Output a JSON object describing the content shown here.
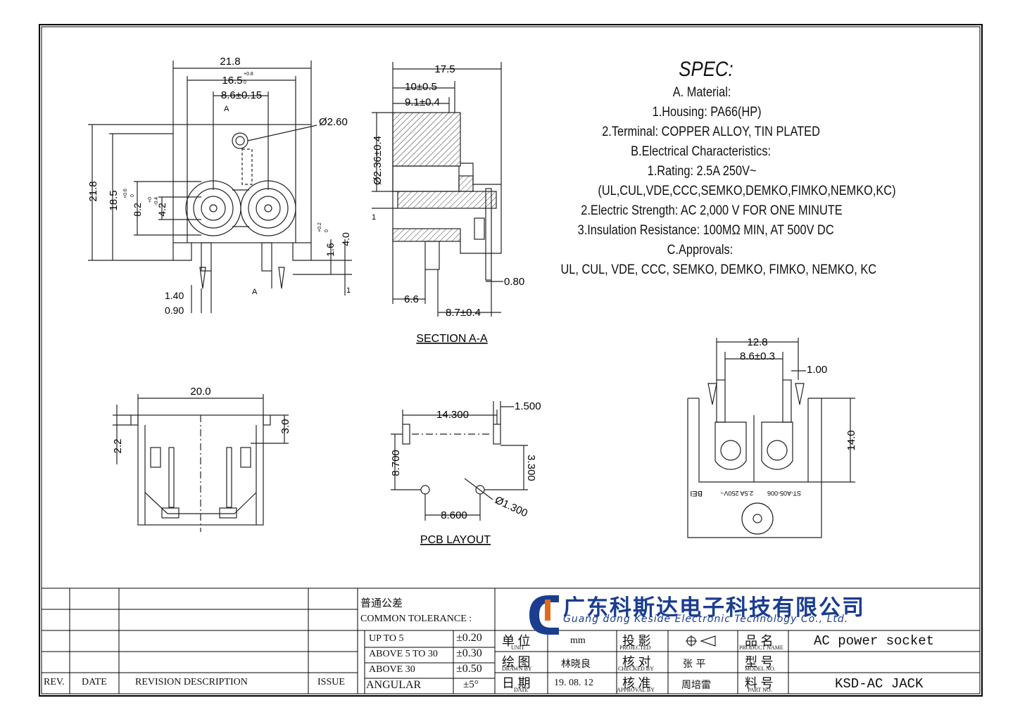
{
  "top_view": {
    "dim_width": "21.8",
    "dim_inner_main": "16.5",
    "dim_inner_sup": "+0.8",
    "dim_inner_sub": "0",
    "dim_pitch": "8.6±0.15",
    "dim_hole": "Ø2.60",
    "dim_height": "21.8",
    "dim_18_5": "18.5",
    "dim_8_2": "8.2",
    "dim_8_2_sup": "+0.6",
    "dim_8_2_sub": "0",
    "dim_4_2": "4.2",
    "dim_4_2_sup": "+0",
    "dim_4_2_sub": "-0.4",
    "dim_1_6": "1.6",
    "dim_1_6_sup": "+0.2",
    "dim_1_6_sub": "0",
    "dim_4_0": "4.0",
    "dim_1_40": "1.40",
    "dim_0_90": "0.90",
    "label_a1": "A",
    "label_a2": "A",
    "label_1": "1"
  },
  "section_view": {
    "dim_17_5": "17.5",
    "dim_10": "10±0.5",
    "dim_9_1": "9.1±0.4",
    "dim_dia": "Ø2.36±0.4",
    "dim_6_6": "6.6",
    "dim_8_7": "8.7±0.4",
    "dim_0_80": "0.80",
    "label_1": "1",
    "caption": "SECTION  A-A"
  },
  "spec": {
    "title": "SPEC:",
    "lines": [
      "A. Material:",
      "1.Housing: PA66(HP)",
      "2.Terminal: COPPER ALLOY, TIN PLATED",
      "B.Electrical Characteristics:",
      "1.Rating:  2.5A 250V~",
      "(UL,CUL,VDE,CCC,SEMKO,DEMKO,FIMKO,NEMKO,KC)",
      "2.Electric Strength: AC 2,000 V FOR ONE MINUTE",
      "3.Insulation Resistance: 100MΩ MIN, AT 500V DC",
      "C.Approvals:",
      "UL, CUL, VDE, CCC, SEMKO, DEMKO, FIMKO, NEMKO, KC"
    ]
  },
  "front_view": {
    "dim_20": "20.0",
    "dim_3": "3.0",
    "dim_2_2": "2.2"
  },
  "pcb_layout": {
    "dim_14_3": "14.300",
    "dim_1_5": "1.500",
    "dim_8_7": "8.700",
    "dim_3_3": "3.300",
    "dim_8_6": "8.600",
    "dim_dia": "Ø1.300",
    "caption": "PCB LAYOUT"
  },
  "back_view": {
    "dim_12_8": "12.8",
    "dim_8_6": "8.6±0.3",
    "dim_1_00": "1.00",
    "dim_14": "14.0",
    "marking_1": "BEI",
    "marking_2": "2.5A 250V~",
    "marking_3": "ST-A05-006"
  },
  "title_block": {
    "revision_headers": [
      "REV.",
      "DATE",
      "REVISION  DESCRIPTION",
      "ISSUE"
    ],
    "tolerance_title_cn": "普通公差",
    "tolerance_title_en": "COMMON TOLERANCE :",
    "tolerances": [
      {
        "range": "UP TO 5",
        "value": "±0.20"
      },
      {
        "range": "ABOVE 5 TO 30",
        "value": "±0.30"
      },
      {
        "range": "ABOVE 30",
        "value": "±0.50"
      },
      {
        "range": "ANGULAR",
        "value": "±5°"
      }
    ],
    "company_cn": "广东科斯达电子科技有限公司",
    "company_en": "Guang dong Keside  Electronic Technology Co., Ltd.",
    "unit_cn": "单 位",
    "unit_en": "UNIT",
    "unit_value": "mm",
    "projected_cn": "投 影",
    "projected_en": "PROJECTED",
    "product_cn": "品 名",
    "product_en": "PRODUCT NAME",
    "product_value": "AC power socket",
    "drawn_cn": "绘 图",
    "drawn_en": "DRAWN BY",
    "drawn_value": "林晓良",
    "checked_cn": "核 对",
    "checked_en": "CHECKED BY",
    "checked_value": "张 平",
    "model_cn": "型 号",
    "model_en": "MODEL NO.",
    "model_value": "",
    "date_cn": "日 期",
    "date_en": "DATE",
    "date_value": "19. 08. 12",
    "approval_cn": "核 准",
    "approval_en": "APPROVAL BY",
    "approval_value": "周培雷",
    "part_cn": "料 号",
    "part_en": "PART NO.",
    "part_value": "KSD-AC JACK",
    "logo_color": "#1a3d8f",
    "logo_accent": "#e06a1a"
  }
}
